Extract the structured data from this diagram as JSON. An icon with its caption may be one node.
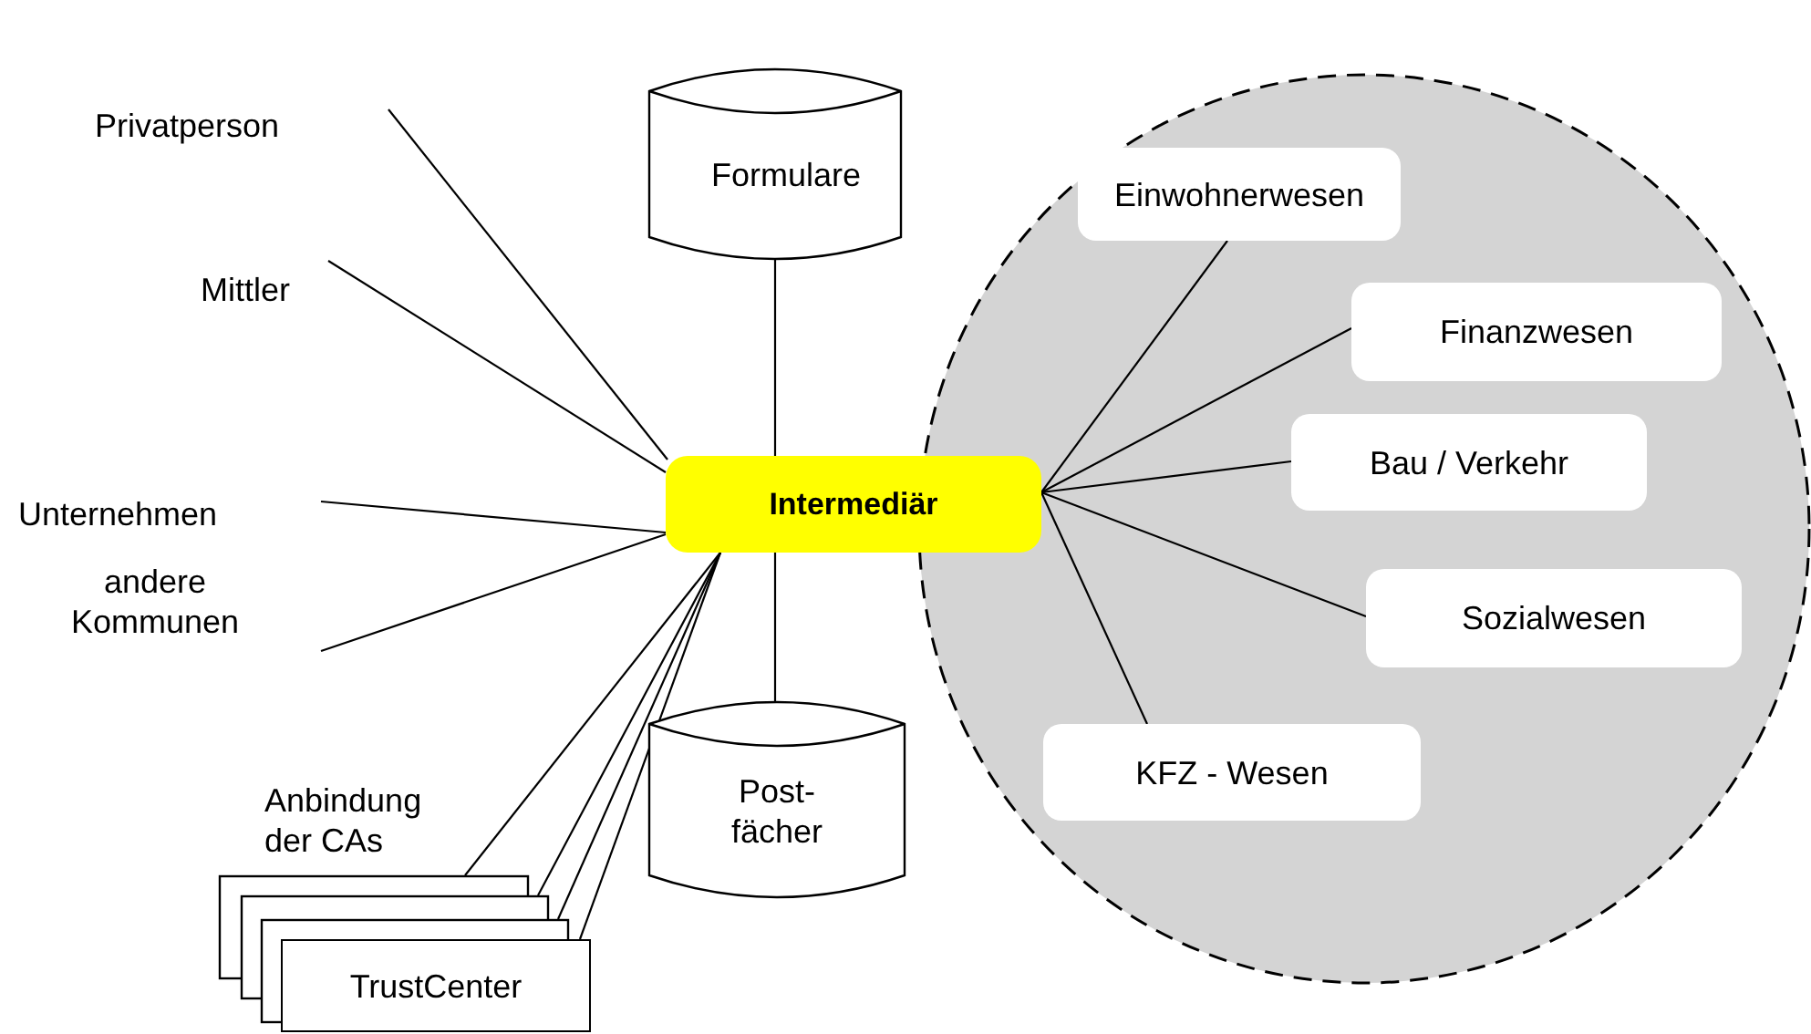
{
  "diagram": {
    "nodes": [
      {
        "text": [
          "Privatperson"
        ]
      },
      {
        "text": [
          "Mittler"
        ]
      },
      {
        "text": [
          "Unternehmen"
        ]
      },
      {
        "text": [
          "andere Kommunen"
        ]
      },
      {
        "text": [
          "Formulare"
        ]
      },
      {
        "text": [
          "Intermediär"
        ]
      },
      {
        "text": [],
        "shape": "circle"
      },
      {
        "text": [
          "Einwohnerwesen"
        ],
        "in": 6
      },
      {
        "text": [
          "Finanzwesen"
        ],
        "in": 6
      },
      {
        "text": [
          "Bau / Verkehr"
        ],
        "in": 6
      },
      {
        "text": [
          "Sozialwesen"
        ],
        "in": 6
      },
      {
        "text": [
          "KFZ - Wesen"
        ],
        "in": 6
      },
      {
        "text": [
          "Post- fächer"
        ]
      },
      {
        "text": [],
        "shape": "box"
      },
      {
        "text": [],
        "shape": "box"
      },
      {
        "text": [],
        "shape": "box"
      },
      {
        "text": [
          "TrustCenter"
        ]
      }
    ],
    "edges": [
      {
        "from": 0,
        "to": 5,
        "arrow": "none"
      },
      {
        "from": 1,
        "to": 5,
        "arrow": "none"
      },
      {
        "from": 2,
        "to": 5,
        "arrow": "none"
      },
      {
        "from": 3,
        "to": 5,
        "arrow": "none"
      },
      {
        "from": 4,
        "to": 5,
        "arrow": "none"
      },
      {
        "from": 5,
        "to": 12,
        "arrow": "none"
      },
      {
        "from": 5,
        "to": 7,
        "arrow": "none"
      },
      {
        "from": 5,
        "to": 8,
        "arrow": "none"
      },
      {
        "from": 5,
        "to": 9,
        "arrow": "none"
      },
      {
        "from": 5,
        "to": 10,
        "arrow": "none"
      },
      {
        "from": 5,
        "to": 11,
        "arrow": "none"
      },
      {
        "from": 5,
        "to": 13,
        "arrow": "none"
      },
      {
        "from": 5,
        "to": 14,
        "arrow": "none"
      },
      {
        "from": 5,
        "to": 15,
        "arrow": "none"
      },
      {
        "from": 5,
        "to": 16,
        "arrow": "none"
      }
    ],
    "labels": [
      "Anbindung der CAs"
    ]
  }
}
